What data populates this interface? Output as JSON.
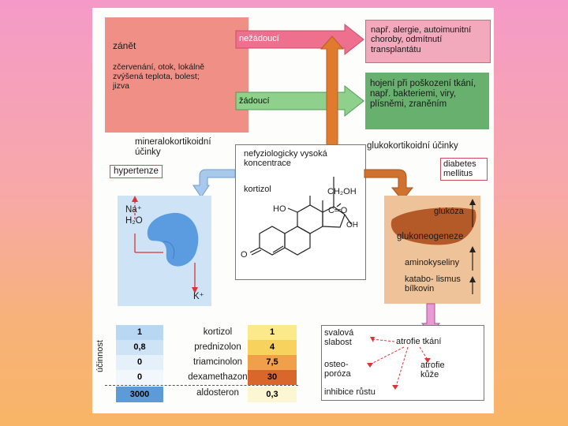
{
  "inflammation": {
    "title": "zánět",
    "signs": "zčervenání, otok, lokálně zvýšená teplota, bolest; jizva"
  },
  "effects": {
    "undesired_label": "nežádoucí",
    "undesired_text": "např. alergie, autoimunitní choroby, odmítnutí transplantátu",
    "desired_label": "žádoucí",
    "desired_text": "hojení při poškození tkání, např. bakteriemi, viry, plísněmi, zraněním"
  },
  "mineralo_label": "mineralokortikoidní účinky",
  "gluco_label": "glukokortikoidní účinky",
  "center": {
    "concentration": "nefyziologicky vysoká koncentrace",
    "kortizol": "kortizol",
    "ch2oh": "CH₂OH",
    "co": "C═O",
    "oh1": "OH",
    "ho": "HO",
    "o": "O"
  },
  "kidney": {
    "hypertenze": "hypertenze",
    "na": "Na⁺",
    "h2o": "H₂O",
    "k": "K⁺"
  },
  "liver": {
    "diabetes": "diabetes mellitus",
    "glukoza": "glukóza",
    "glukoneogeneze": "glukoneogeneze",
    "aminokyseliny": "aminokyseliny",
    "katabolismus": "katabo- lismus bílkovin"
  },
  "atrophy": {
    "svalova": "svalová slabost",
    "atrofie_tkani": "atrofie tkání",
    "osteoporoza": "osteo- poróza",
    "atrofie_kuze": "atrofie kůže",
    "inhibice": "inhibice růstu"
  },
  "potency_table": {
    "axis_label": "účinnost",
    "rows": [
      {
        "name": "kortizol",
        "mineralo": "1",
        "gluco": "1"
      },
      {
        "name": "prednizolon",
        "mineralo": "0,8",
        "gluco": "4"
      },
      {
        "name": "triamcinolon",
        "mineralo": "0",
        "gluco": "7,5"
      },
      {
        "name": "dexamethazon",
        "mineralo": "0",
        "gluco": "30"
      },
      {
        "name": "aldosteron",
        "mineralo": "3000",
        "gluco": "0,3"
      }
    ]
  },
  "colors": {
    "undesired_arrow": "#e83f6b",
    "desired_arrow": "#5aa862",
    "cortisol_arrow": "#e0752a",
    "mineralo_arrow": "#a9c9ec",
    "gluco_arrow": "#cc6b2c"
  }
}
